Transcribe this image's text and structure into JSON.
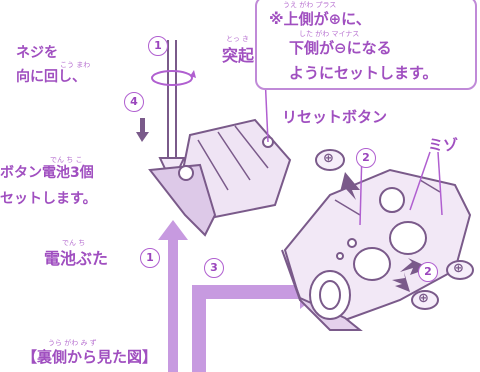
{
  "left_notes": {
    "line1": "ネジを",
    "line2": "向に回し、",
    "line2_ruby": "こう まわ",
    "line3": "ボタン電池3個",
    "line3_ruby": "でん ち こ",
    "line4": "セットします。"
  },
  "callout": {
    "ruby1": "うえ がわ        プラス",
    "line1": "※上側が⊕に、",
    "ruby2": "した がわ    マイナス",
    "line2": "下側が⊖になる",
    "line3": "ようにセットします。"
  },
  "labels": {
    "protrusion_ruby": "とっ き",
    "protrusion": "突起",
    "reset_button": "リセットボタン",
    "groove": "ミゾ",
    "battery_cover_ruby": "でん ち",
    "battery_cover": "電池ぶた",
    "rear_view_ruby": "うら がわ        み    ず",
    "rear_view": "【裏側から見た図】"
  },
  "step_numbers": {
    "s1_top": "1",
    "s4": "4",
    "s1_cover": "1",
    "s3": "3",
    "s2_top": "2",
    "s2_right": "2"
  },
  "battery_symbol": "⊕",
  "colors": {
    "ink": "#a04fc0",
    "arrow": "#c79ae0",
    "outline": "#7a5a8a"
  }
}
